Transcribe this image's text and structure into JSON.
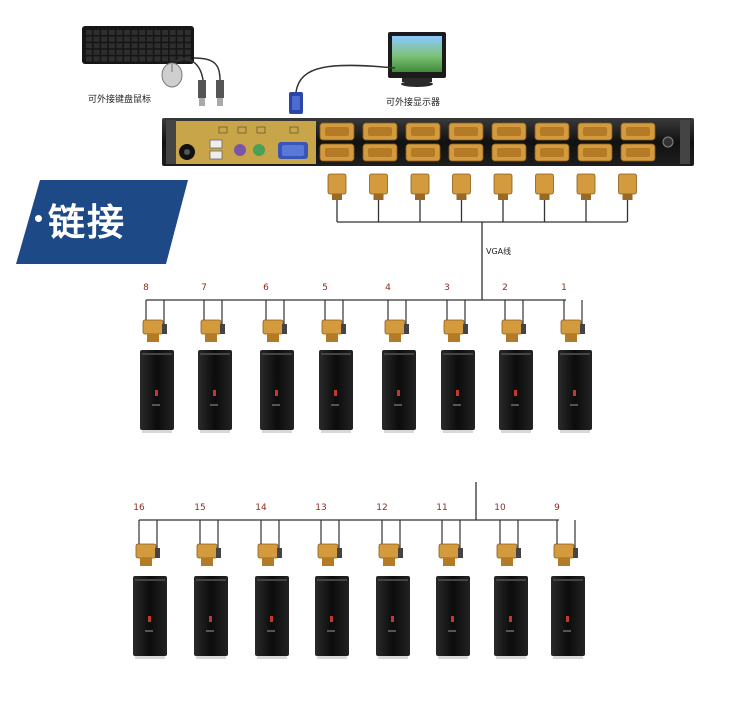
{
  "keyboard_mouse_label": "可外接键盘鼠标",
  "monitor_label": "可外接显示器",
  "banner_title": "链接",
  "cable_label": "VGA线",
  "row1_computers": [
    "8",
    "7",
    "6",
    "5",
    "4",
    "3",
    "2",
    "1"
  ],
  "row2_computers": [
    "16",
    "15",
    "14",
    "13",
    "12",
    "11",
    "10",
    "9"
  ],
  "colors": {
    "banner_blue": "#1d4a86",
    "switch_body": "#1a1a1a",
    "panel_gold": "#c9a54a",
    "port_gold": "#d39a3e",
    "vga_blue": "#3a55b8",
    "ps2_purple": "#7a55a8",
    "ps2_green": "#4aa055",
    "line_gray": "#333333",
    "label_red": "#8a2b1d"
  }
}
